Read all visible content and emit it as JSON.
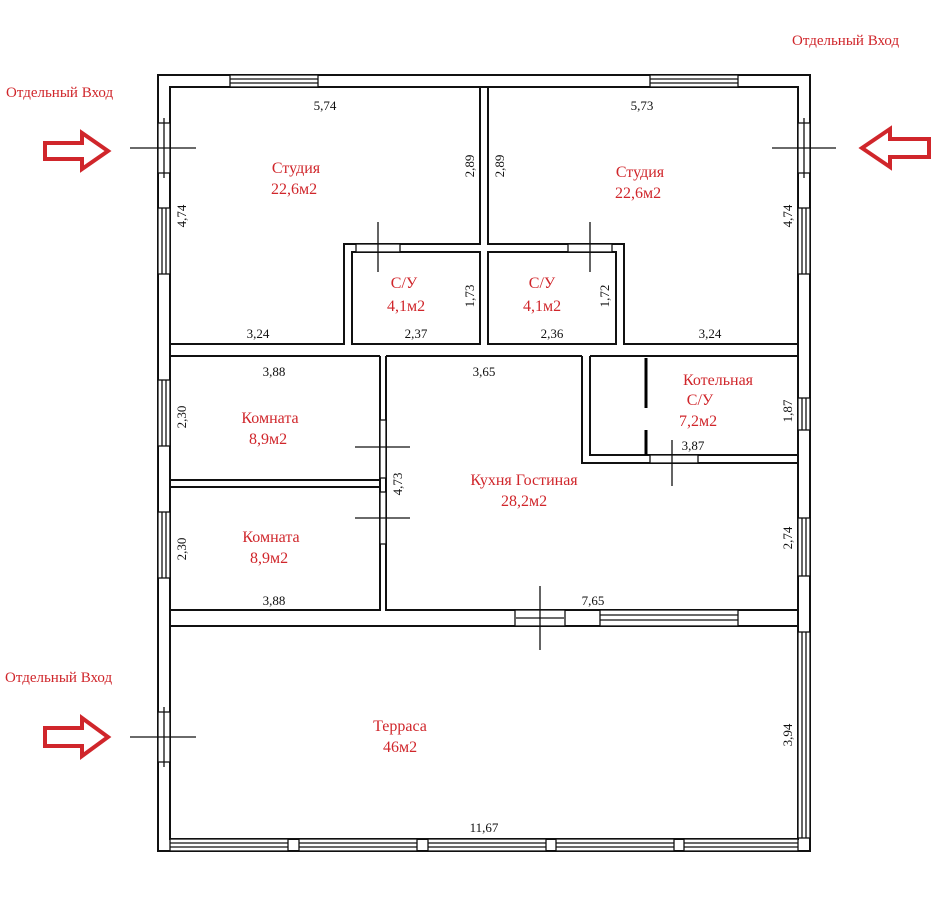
{
  "entries": {
    "entry_top_right": "Отдельный Вход",
    "entry_top_left": "Отдельный Вход",
    "entry_bottom_left": "Отдельный Вход"
  },
  "rooms": {
    "studio_left": {
      "name": "Студия",
      "area": "22,6м2"
    },
    "studio_right": {
      "name": "Студия",
      "area": "22,6м2"
    },
    "bath_left": {
      "name": "С/У",
      "area": "4,1м2"
    },
    "bath_right": {
      "name": "С/У",
      "area": "4,1м2"
    },
    "room_upper": {
      "name": "Комната",
      "area": "8,9м2"
    },
    "room_lower": {
      "name": "Комната",
      "area": "8,9м2"
    },
    "kitchen": {
      "name": "Кухня Гостиная",
      "area": "28,2м2"
    },
    "boiler": {
      "name1": "Котельная",
      "name2": "С/У",
      "area": "7,2м2"
    },
    "terrace": {
      "name": "Терраса",
      "area": "46м2"
    }
  },
  "dimensions": {
    "studio_left_top": "5,74",
    "studio_right_top": "5,73",
    "studio_left_side": "4,74",
    "studio_right_side": "4,74",
    "studio_left_inner": "2,89",
    "studio_right_inner": "2,89",
    "studio_left_bottom": "3,24",
    "studio_right_bottom": "3,24",
    "bath_left_side": "1,73",
    "bath_right_side": "1,72",
    "bath_left_bottom": "2,37",
    "bath_right_bottom": "2,36",
    "room_upper_top": "3,88",
    "room_upper_side": "2,30",
    "room_lower_side": "2,30",
    "room_lower_bottom": "3,88",
    "kitchen_top": "3,65",
    "kitchen_left": "4,73",
    "kitchen_right": "2,74",
    "kitchen_bottom": "7,65",
    "boiler_side": "1,87",
    "boiler_bottom": "3,87",
    "terrace_side": "3,94",
    "terrace_bottom": "11,67"
  },
  "colors": {
    "label": "#d0262b",
    "wall": "#111111",
    "arrow": "#d0262b"
  },
  "icons": [
    "entry-arrow-icon",
    "window-icon",
    "door-icon"
  ]
}
